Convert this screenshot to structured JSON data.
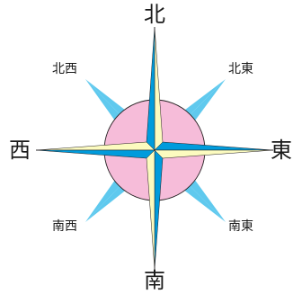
{
  "labels": {
    "north": "北",
    "south": "南",
    "east": "東",
    "west": "西",
    "northeast": "北東",
    "northwest": "北西",
    "southeast": "南東",
    "southwest": "南西"
  },
  "colors": {
    "background": "#ffffff",
    "center_circle": "#f6bcd9",
    "main_ray_dark": "#009bdc",
    "main_ray_light": "#fcfbbf",
    "diagonal_ray": "#5fc9ee",
    "outline": "#231f20",
    "text": "#1a1a1a"
  }
}
